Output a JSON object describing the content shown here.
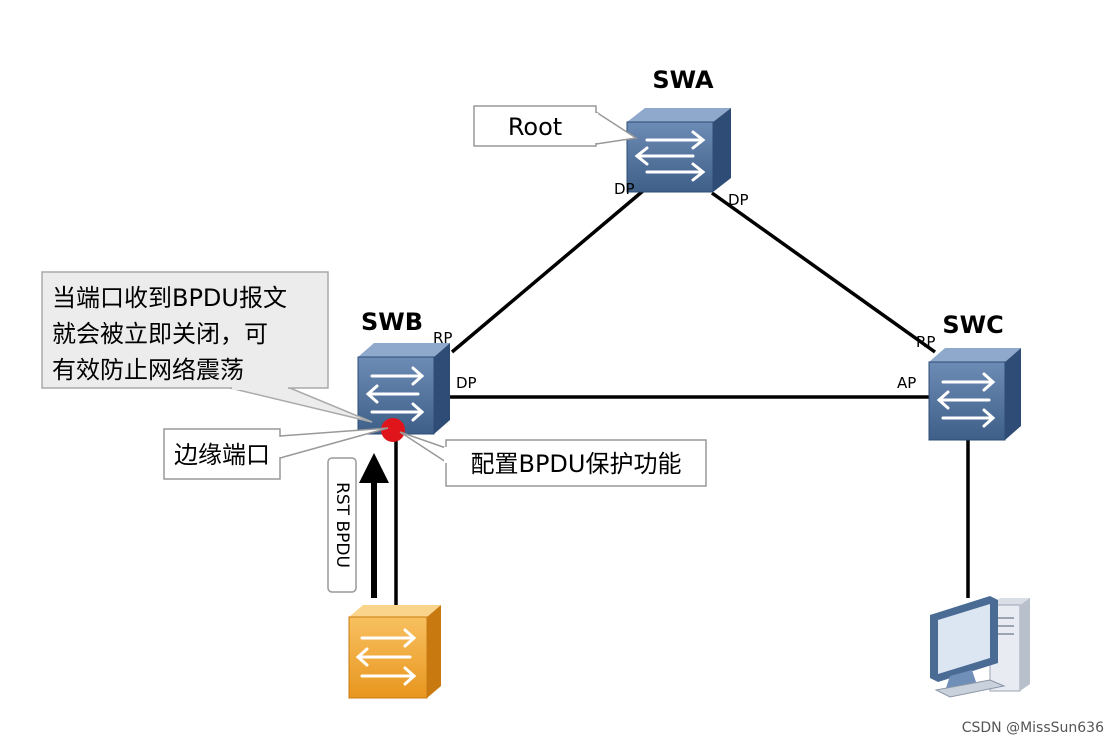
{
  "switches": {
    "swa": {
      "name": "SWA",
      "port_left": "DP",
      "port_right": "DP"
    },
    "swb": {
      "name": "SWB",
      "port_up": "RP",
      "port_right": "DP"
    },
    "swc": {
      "name": "SWC",
      "port_up": "RP",
      "port_left": "AP"
    }
  },
  "callouts": {
    "root": "Root",
    "bpdu_note": [
      "当端口收到BPDU报文",
      "就会被立即关闭，可",
      "有效防止网络震荡"
    ],
    "edge_port": "边缘端口",
    "bpdu_protect": "配置BPDU保护功能"
  },
  "arrow_label": "RST BPDU",
  "watermark": "CSDN @MissSun636",
  "colors": {
    "switch_blue": "#4a6b94",
    "switch_orange": "#f0a030",
    "port_red": "#e0141b",
    "link": "#000000"
  }
}
